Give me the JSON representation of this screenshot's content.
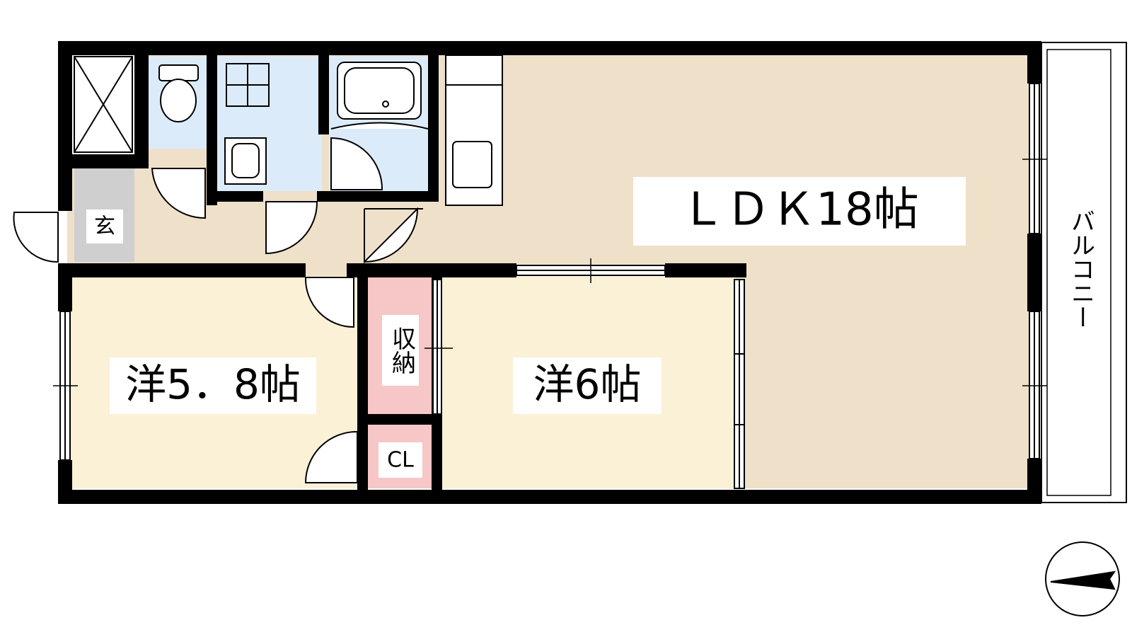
{
  "labels": {
    "ldk": "ＬＤＫ18帖",
    "western_left": "洋5．8帖",
    "western_right": "洋6帖",
    "storage": "収納",
    "closet": "CL",
    "entrance": "玄",
    "balcony": "バルコニー"
  },
  "icons": {
    "compass": "north-arrow-icon",
    "toilet": "toilet-icon",
    "washbasin": "washbasin-icon",
    "washer": "washing-machine-pan-icon",
    "bathtub": "bathtub-icon",
    "kitchen": "kitchen-sink-icon",
    "shoe_cabinet": "shoe-cabinet-icon"
  },
  "colors": {
    "wall": "#000000",
    "ldk_floor": "#efe0c9",
    "western_floor": "#fbf1d6",
    "wet_area": "#dcebfa",
    "storage_pink": "#f7c6c7",
    "entrance_grey": "#cfcfcf",
    "balcony_fill": "#ffffff"
  }
}
